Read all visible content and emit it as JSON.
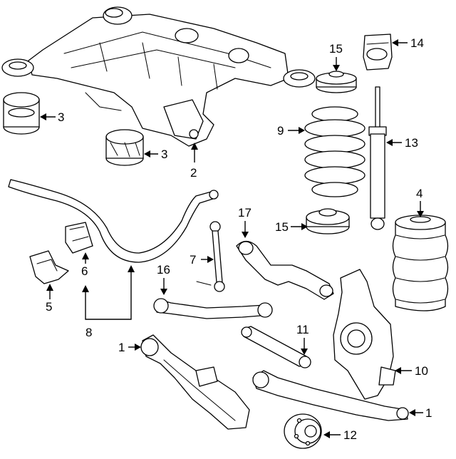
{
  "callouts": [
    {
      "id": "c1a",
      "label": "1"
    },
    {
      "id": "c1b",
      "label": "1"
    },
    {
      "id": "c2",
      "label": "2"
    },
    {
      "id": "c3a",
      "label": "3"
    },
    {
      "id": "c3b",
      "label": "3"
    },
    {
      "id": "c4",
      "label": "4"
    },
    {
      "id": "c5",
      "label": "5"
    },
    {
      "id": "c6",
      "label": "6"
    },
    {
      "id": "c7",
      "label": "7"
    },
    {
      "id": "c8",
      "label": "8"
    },
    {
      "id": "c9",
      "label": "9"
    },
    {
      "id": "c10",
      "label": "10"
    },
    {
      "id": "c11",
      "label": "11"
    },
    {
      "id": "c12",
      "label": "12"
    },
    {
      "id": "c13",
      "label": "13"
    },
    {
      "id": "c14",
      "label": "14"
    },
    {
      "id": "c15a",
      "label": "15"
    },
    {
      "id": "c15b",
      "label": "15"
    },
    {
      "id": "c16",
      "label": "16"
    },
    {
      "id": "c17",
      "label": "17"
    }
  ],
  "colors": {
    "line": "#000000",
    "background": "#ffffff"
  }
}
